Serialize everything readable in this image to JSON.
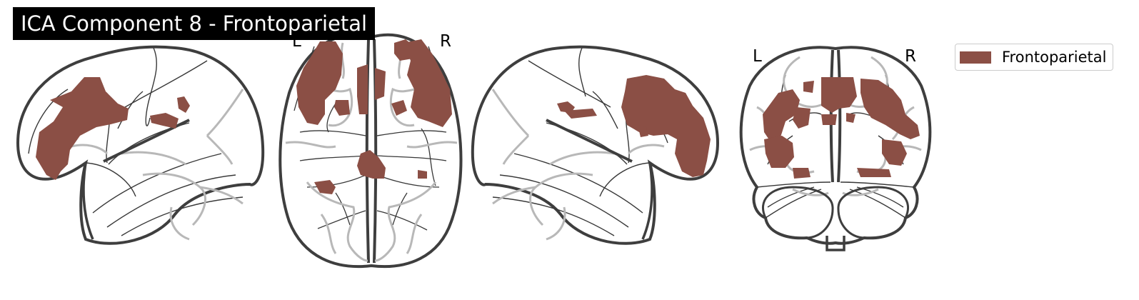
{
  "figure": {
    "title": "ICA Component 8 - Frontoparietal",
    "orientation_labels": {
      "axial_left": "L",
      "axial_right": "R",
      "coronal_left": "L",
      "coronal_right": "R"
    },
    "views": [
      "left-sagittal",
      "axial",
      "right-sagittal",
      "coronal"
    ],
    "legend": {
      "label": "Frontoparietal",
      "color": "#8b4f45"
    }
  },
  "colors": {
    "blob": "#8b4f45",
    "outline": "#3e3e3e",
    "sulcus": "#383838",
    "ghost": "#b8b8b8",
    "title_bg": "#000000",
    "title_text": "#ffffff"
  }
}
